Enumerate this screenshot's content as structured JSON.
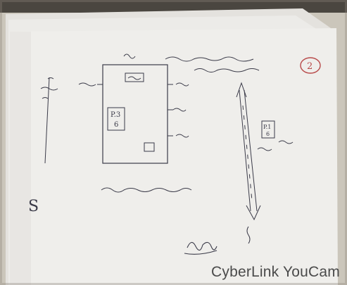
{
  "photo": {
    "subject": "webcam photo of a hand-drawn site plan sketch on paper",
    "page_number": "2",
    "compass_letter": "S",
    "watermark": "CyberLink YouCam"
  },
  "colors": {
    "ink": "#3a3a48",
    "red_ink": "#b84a4a",
    "paper": "#ededeb",
    "table": "#c8c2b6",
    "watermark": "#4a4a4a"
  },
  "plan_labels": {
    "plot_box_1": "P.3",
    "plot_box_1_sub": "6",
    "plot_box_2": "P.1",
    "plot_box_2_sub": "6"
  }
}
